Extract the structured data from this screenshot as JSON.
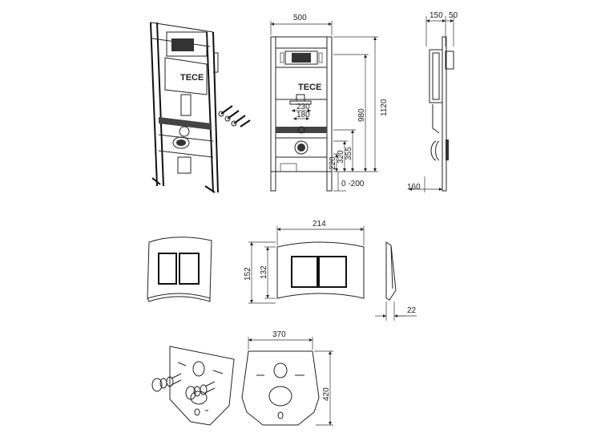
{
  "frame": {
    "brand": "TECE",
    "dims": {
      "width": "500",
      "height_total": "1120",
      "height_980": "980",
      "d230": "230",
      "d180": "180",
      "h355": "355",
      "h320": "320",
      "h220": "220",
      "adjust": "0 -200",
      "depth150": "150",
      "depth50": "50",
      "depth160": "160"
    }
  },
  "flush_plate": {
    "dims": {
      "width": "214",
      "height152": "152",
      "height132": "132",
      "thickness": "22"
    }
  },
  "acoustic_mat": {
    "dims": {
      "width": "370",
      "height": "420"
    }
  }
}
